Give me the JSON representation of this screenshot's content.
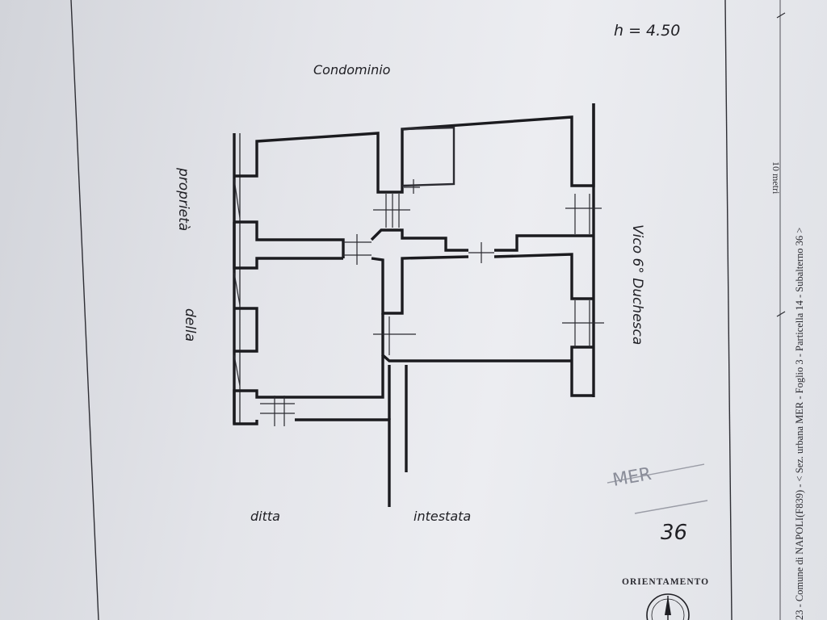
{
  "header": {
    "height_note": "h = 4.50"
  },
  "labels": {
    "condominio": "Condominio",
    "proprieta": "proprietà",
    "della": "della",
    "ditta": "ditta",
    "intestata": "intestata",
    "vico": "Vico 6° Duchesca"
  },
  "margin_text": {
    "cadastral_ref": "23 - Comune di NAPOLI(F839) - < Sez. urbana MER - Foglio 3 - Particella 14 - Subalterno 36 >",
    "scale": "10 metri"
  },
  "stamp": {
    "code": "MER",
    "number": "36"
  },
  "compass": {
    "label": "ORIENTAMENTO"
  }
}
